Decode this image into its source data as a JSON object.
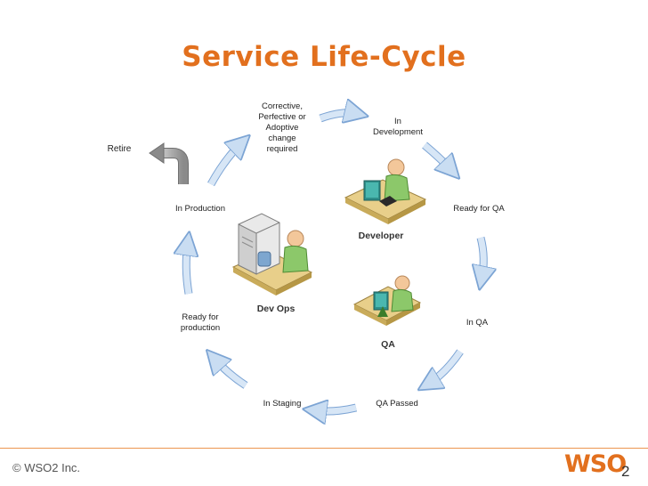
{
  "title": "Service Life-Cycle",
  "stages": {
    "corrective": "Corrective,\nPerfective or\nAdoptive\nchange\nrequired",
    "in_development": "In\nDevelopment",
    "ready_for_qa": "Ready for QA",
    "in_qa": "In QA",
    "qa_passed": "QA Passed",
    "in_staging": "In Staging",
    "ready_for_production": "Ready for\nproduction",
    "in_production": "In Production",
    "retire": "Retire"
  },
  "roles": {
    "developer": "Developer",
    "qa": "QA",
    "dev_ops": "Dev Ops"
  },
  "colors": {
    "title": "#e2701e",
    "cycle_arrow": "#c9ddf2",
    "cycle_arrow_border": "#7ca4d4",
    "retire_arrow": "#9a9a9a",
    "desk": "#e8cf8a",
    "footer_line": "#ec9650"
  },
  "footer": {
    "copyright": "© WSO2 Inc.",
    "logo_text": "WSO",
    "logo_sub": "2"
  }
}
